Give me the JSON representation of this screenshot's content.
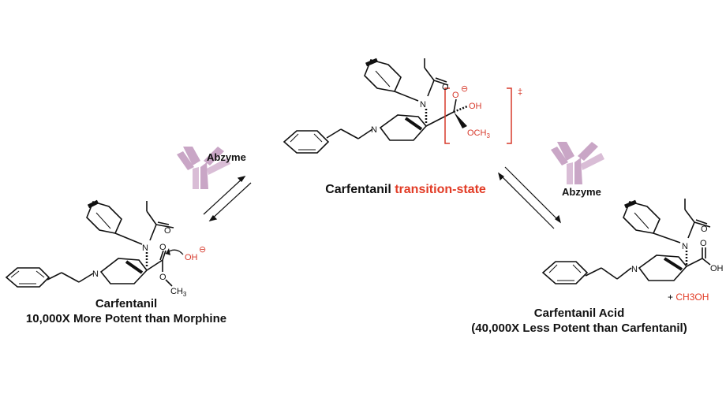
{
  "diagram": {
    "left": {
      "caption_line1": "Carfentanil",
      "caption_line2": "10,000X More Potent than Morphine",
      "nucleophile": "OH",
      "nucleophile_charge": "⊖",
      "atoms": {
        "N_amide": "N",
        "N_ring": "N",
        "O_carbonyl": "O",
        "O_ester": "O",
        "O_amide": "O",
        "methyl": "CH",
        "methyl_sub": "3"
      }
    },
    "center": {
      "caption_prefix": "Carfentanil ",
      "caption_highlight": "transition-state",
      "dagger": "‡",
      "atoms": {
        "N_amide": "N",
        "N_ring": "N",
        "O_minus": "O",
        "O_minus_charge": "⊖",
        "OH": "OH",
        "OCH3": "OCH",
        "OCH3_sub": "3",
        "O_amide": "O"
      }
    },
    "right": {
      "caption_line1": "Carfentanil Acid",
      "caption_line2": "(40,000X Less Potent than Carfentanil)",
      "byproduct_plus": "+",
      "byproduct": "CH3OH",
      "atoms": {
        "N_amide": "N",
        "N_ring": "N",
        "O_carbonyl": "O",
        "OH": "OH",
        "O_amide": "O"
      }
    },
    "abzyme_left": "Abzyme",
    "abzyme_right": "Abzyme",
    "colors": {
      "accent_red": "#e23b25",
      "antibody": "#c9a6c6",
      "ink": "#111111"
    }
  }
}
